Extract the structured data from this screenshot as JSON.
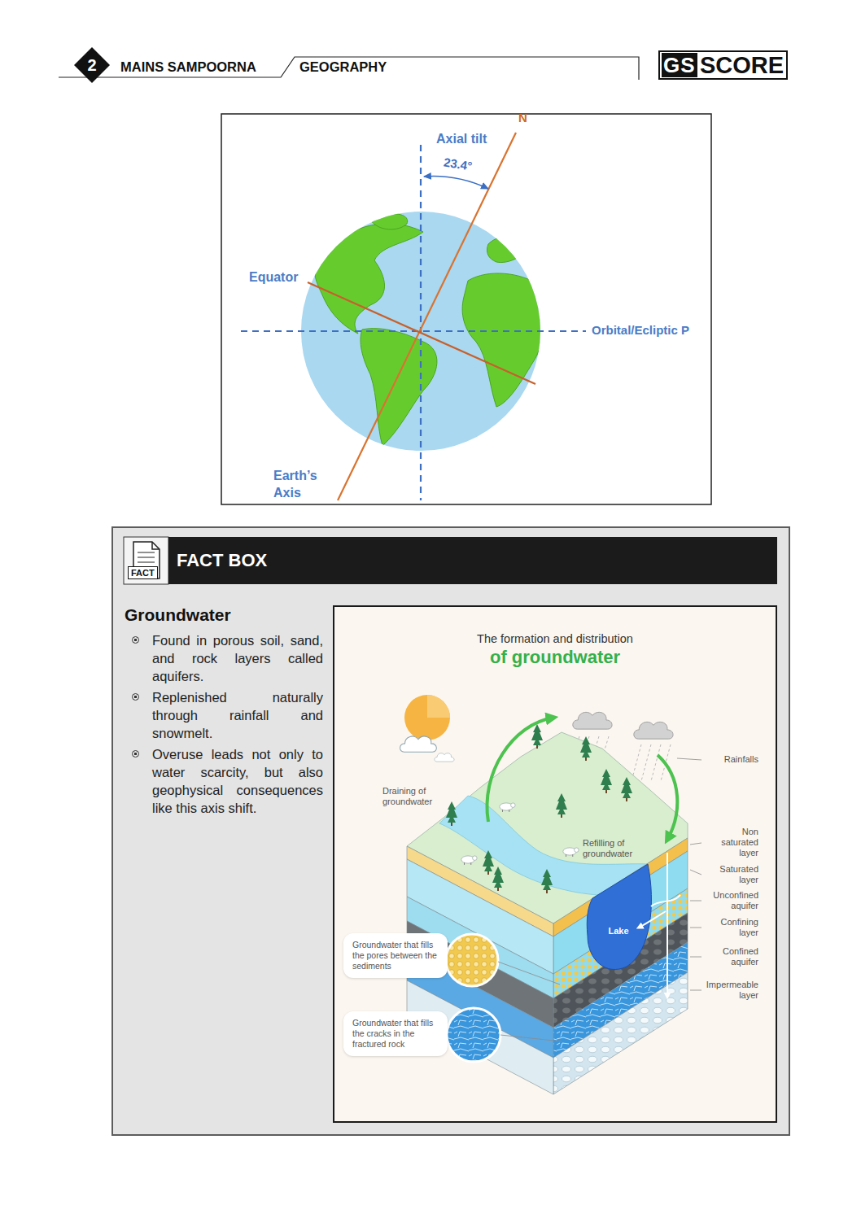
{
  "diagram": {
    "nodes": [
      {
        "text": [
          "2"
        ]
      },
      {
        "text": [
          "GS",
          "SCORE"
        ]
      },
      {
        "text": [
          "Groundwater",
          "Found in porous soil, sand, and rock layers called aquifers.",
          "Replenished naturally through rainfall and snowmelt.",
          "Overuse leads not only to water scarcity, but also geophysical consequences like this axis shift."
        ]
      },
      {
        "text": [
          "FACT"
        ],
        "in": 2
      },
      {
        "text": [
          "FACT BOX"
        ],
        "in": 2
      },
      {
        "text": [
          "The formation and distribution",
          "of groundwater"
        ],
        "in": 2
      },
      {
        "text": [
          "Groundwater that fills the pores between the sediments"
        ],
        "in": 5
      },
      {
        "text": [
          "Groundwater that fills the cracks in the fractured rock"
        ],
        "in": 5
      }
    ],
    "labels": [
      "MAINS SAMPOORNA",
      "GEOGRAPHY",
      "N",
      "Axial tilt",
      "23.4°",
      "Equator",
      "Orbital/Ecliptic P",
      "Earth’s Axis",
      "Draining of groundwater",
      "Refilling of groundwater",
      "Rainfalls",
      "Non saturated layer",
      "Saturated layer",
      "Unconfined aquifer",
      "Confining layer",
      "Confined aquifer",
      "Impermeable layer",
      "Lake"
    ]
  }
}
